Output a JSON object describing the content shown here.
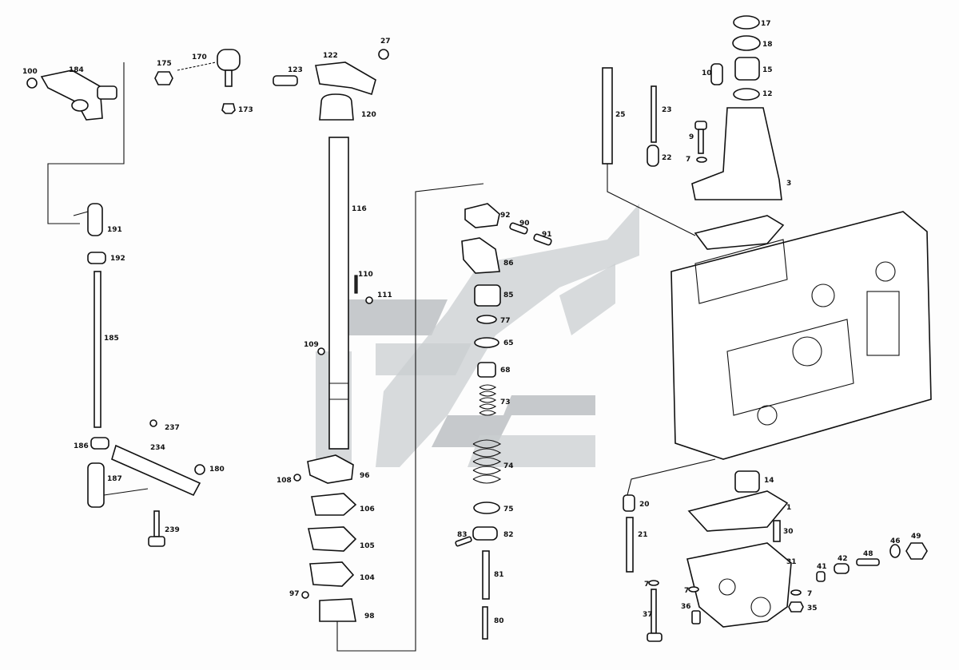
{
  "callouts": {
    "c100": "100",
    "c184": "184",
    "c175": "175",
    "c170": "170",
    "c173": "173",
    "c191": "191",
    "c192": "192",
    "c185": "185",
    "c237": "237",
    "c234": "234",
    "c186": "186",
    "c180": "180",
    "c187": "187",
    "c239": "239",
    "c123": "123",
    "c122": "122",
    "c27": "27",
    "c120": "120",
    "c116": "116",
    "c110": "110",
    "c111": "111",
    "c109": "109",
    "c108": "108",
    "c96": "96",
    "c106": "106",
    "c105": "105",
    "c104": "104",
    "c97": "97",
    "c98": "98",
    "c92": "92",
    "c90": "90",
    "c91": "91",
    "c86": "86",
    "c85": "85",
    "c77": "77",
    "c65": "65",
    "c68": "68",
    "c73": "73",
    "c74": "74",
    "c75": "75",
    "c83": "83",
    "c82": "82",
    "c81": "81",
    "c80": "80",
    "c17": "17",
    "c18": "18",
    "c15": "15",
    "c10": "10",
    "c12": "12",
    "c25": "25",
    "c23": "23",
    "c22": "22",
    "c9": "9",
    "c7a": "7",
    "c3": "3",
    "c14": "14",
    "c20": "20",
    "c1": "1",
    "c21": "21",
    "c30": "30",
    "c31": "31",
    "c41": "41",
    "c42": "42",
    "c48": "48",
    "c46": "46",
    "c49": "49",
    "c7b": "7",
    "c7c": "7",
    "c7d": "7",
    "c36a": "36",
    "c35": "35",
    "c37": "37"
  },
  "watermark": {
    "color": "#c9cdd0"
  }
}
